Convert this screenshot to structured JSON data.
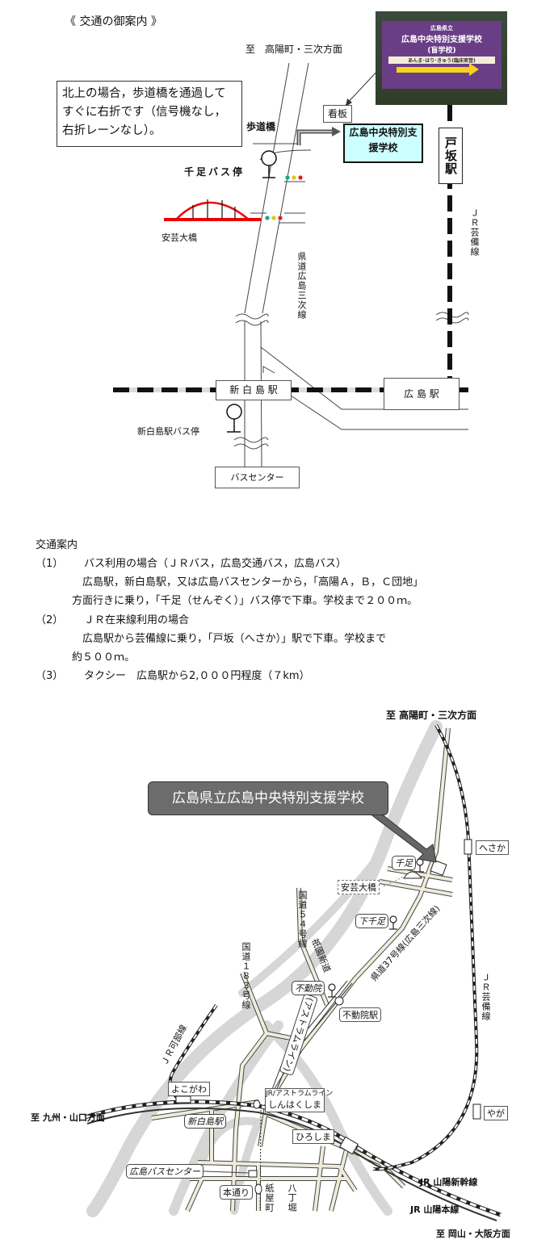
{
  "top_map": {
    "title": "《 交通の御案内 》",
    "north_direction": "至　高陽町・三次方面",
    "note": "北上の場合，歩道橋を通過してすぐに右折です（信号機なし，右折レーンなし）。",
    "signboard_label": "看板",
    "photo_sign": {
      "line1": "広島県立",
      "line2": "広島中央特別支援学校",
      "line3": "(盲学校)",
      "line4": "あんま･はり･きゅう(臨床実習)"
    },
    "pedestrian_bridge": "歩道橋",
    "school": "広島中央特別支援学校",
    "hesaka_station": "戸坂駅",
    "senzoku_bus_stop": "千足バス停",
    "aki_bridge": "安芸大橋",
    "prefectural_road": "県道広島三次線",
    "geibi_line": "ＪＲ芸備線",
    "shinhakushima_station": "新 白 島 駅",
    "hiroshima_station": "広 島 駅",
    "shinhakushima_bus_stop": "新白島駅バス停",
    "bus_center": "バスセンター"
  },
  "guide": {
    "heading": "交通案内",
    "items": [
      {
        "num": "（1）",
        "title": "バス利用の場合（ＪＲバス，広島交通バス，広島バス）",
        "lines": [
          "広島駅，新白島駅，又は広島バスセンターから，「高陽Ａ，Ｂ，Ｃ団地」",
          "方面行きに乗り，「千足（せんぞく）」バス停で下車。学校まで２００ｍ。"
        ]
      },
      {
        "num": "（2）",
        "title": "ＪＲ在来線利用の場合",
        "lines": [
          "広島駅から芸備線に乗り，「戸坂（へさか）」駅で下車。学校まで",
          "約５００ｍ。"
        ]
      },
      {
        "num": "（3）",
        "title": "タクシー　広島駅から2,０００円程度（７km）",
        "lines": []
      }
    ]
  },
  "bottom_map": {
    "north_direction": "至 高陽町・三次方面",
    "school_callout": "広島県立広島中央特別支援学校",
    "hesaka": "へさか",
    "senzoku": "千足",
    "aki_bridge": "安芸大橋",
    "shimo_senzoku": "下千足",
    "route54": "国道５４号線",
    "gion_shindo": "祇園新道",
    "route183": "国道１８３号線",
    "fudoin": "不動院",
    "fudoin_station": "不動院駅",
    "pref_road37": "県道37号線(広島三次線)",
    "geibi_line": "ＪＲ芸備線",
    "kabe_line": "ＪＲ可部線",
    "astram_line": "(アストラムライン)",
    "yokogawa": "よこがわ",
    "west_direction": "至 九州・山口方面",
    "shinhakushima_l1": "JR/アストラムライン",
    "shinhakushima_l2": "しんはくしま",
    "shinhakushima_station": "新白島駅",
    "hiroshima": "ひろしま",
    "yaga": "やが",
    "bus_center": "広島バスセンター",
    "shinkansen": "JR 山陽新幹線",
    "hondori": "本通り",
    "kamiyacho": "紙屋町",
    "hatchobori": "八丁堀",
    "sanyo_line": "JR 山陽本線",
    "east_direction": "至 岡山・大阪方面"
  }
}
